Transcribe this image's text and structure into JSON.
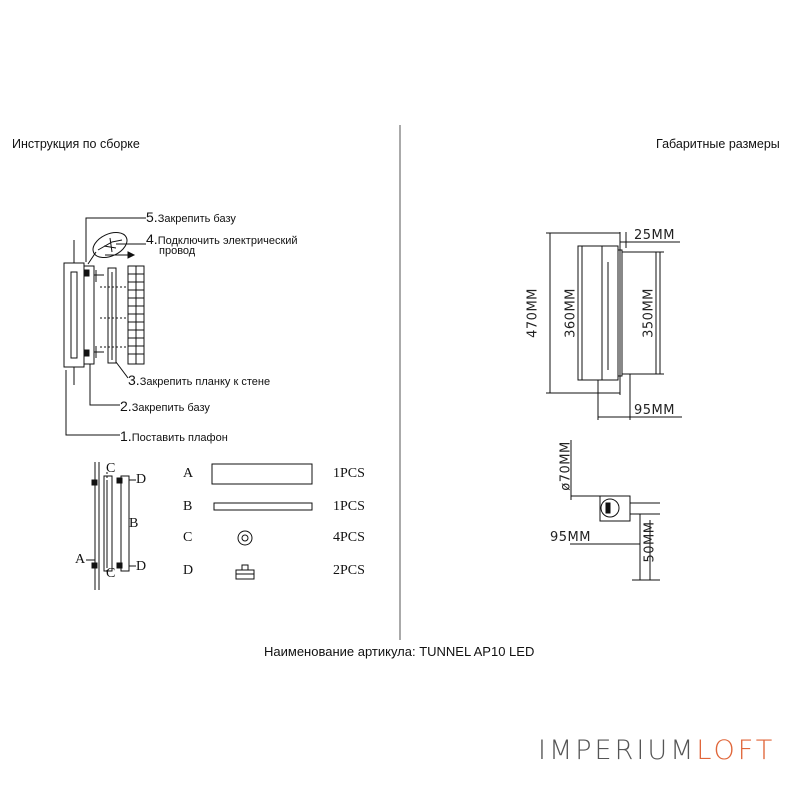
{
  "headers": {
    "left": "Инструкция по сборке",
    "right": "Габаритные размеры"
  },
  "steps": [
    {
      "num": "5.",
      "text": "Закрепить базу"
    },
    {
      "num": "4.",
      "text": "Подключить электрический",
      "text2": "провод"
    },
    {
      "num": "3.",
      "text": "Закрепить планку к стене"
    },
    {
      "num": "2.",
      "text": "Закрепить базу"
    },
    {
      "num": "1.",
      "text": "Поставить плафон"
    }
  ],
  "part_labels": {
    "c_top": "C",
    "d_top": "D",
    "b": "B",
    "a": "A",
    "c_bottom": "C",
    "d_bottom": "D"
  },
  "parts": [
    {
      "letter": "A",
      "qty": "1PCS"
    },
    {
      "letter": "B",
      "qty": "1PCS"
    },
    {
      "letter": "C",
      "qty": "4PCS"
    },
    {
      "letter": "D",
      "qty": "2PCS"
    }
  ],
  "dimensions": {
    "width_top": "25MM",
    "height_total": "470MM",
    "height_body": "360MM",
    "height_shade": "350MM",
    "depth_bottom": "95MM",
    "diameter": "ø70MM",
    "depth_side": "95MM",
    "height_side": "50MM"
  },
  "article": "Наименование артикула: TUNNEL AP10 LED",
  "logo": {
    "part1": "IMPERIUM",
    "part2": "LOFT",
    "color2": "#e0663a"
  }
}
